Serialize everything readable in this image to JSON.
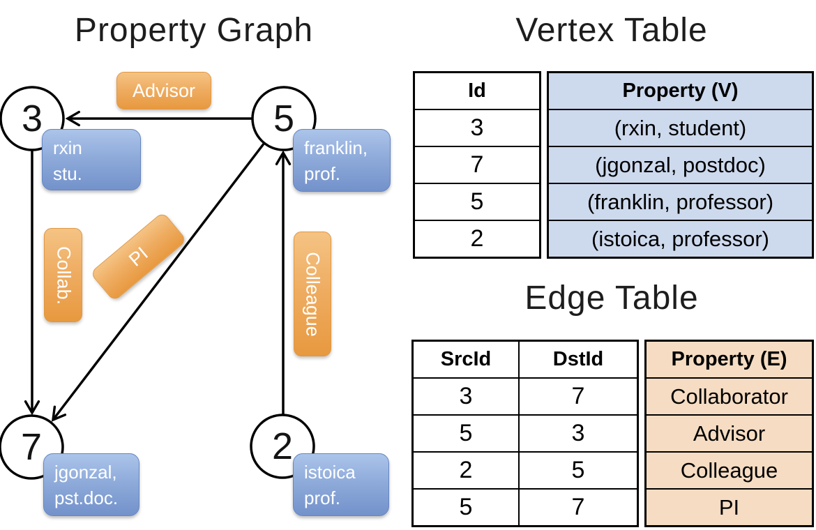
{
  "graph": {
    "title": "Property Graph",
    "nodes": [
      {
        "id": "3",
        "property_line1": "rxin",
        "property_line2": "stu."
      },
      {
        "id": "5",
        "property_line1": "franklin,",
        "property_line2": "prof."
      },
      {
        "id": "7",
        "property_line1": "jgonzal,",
        "property_line2": "pst.doc."
      },
      {
        "id": "2",
        "property_line1": "istoica",
        "property_line2": "prof."
      }
    ],
    "edges": [
      {
        "src": "5",
        "dst": "3",
        "label": "Advisor"
      },
      {
        "src": "3",
        "dst": "7",
        "label": "Collab."
      },
      {
        "src": "5",
        "dst": "7",
        "label": "PI"
      },
      {
        "src": "2",
        "dst": "5",
        "label": "Colleague"
      }
    ]
  },
  "vertex_table": {
    "title": "Vertex Table",
    "columns": [
      "Id",
      "Property (V)"
    ],
    "rows": [
      {
        "id": "3",
        "property": "(rxin, student)"
      },
      {
        "id": "7",
        "property": "(jgonzal, postdoc)"
      },
      {
        "id": "5",
        "property": "(franklin, professor)"
      },
      {
        "id": "2",
        "property": "(istoica, professor)"
      }
    ]
  },
  "edge_table": {
    "title": "Edge Table",
    "columns": [
      "SrcId",
      "DstId",
      "Property (E)"
    ],
    "rows": [
      {
        "src": "3",
        "dst": "7",
        "property": "Collaborator"
      },
      {
        "src": "5",
        "dst": "3",
        "property": "Advisor"
      },
      {
        "src": "2",
        "dst": "5",
        "property": "Colleague"
      },
      {
        "src": "5",
        "dst": "7",
        "property": "PI"
      }
    ]
  },
  "colors": {
    "edge_label_orange_top": "#f5c384",
    "edge_label_orange_bottom": "#e8993f",
    "vertex_box_blue_top": "#abc4ea",
    "vertex_box_blue_bottom": "#7392cb",
    "vertex_property_cell_bg": "#cdd9ed",
    "edge_property_cell_bg": "#f5dcc2",
    "table_border": "#000000",
    "title_text": "#1d1d1d",
    "box_text": "#ffffff"
  }
}
